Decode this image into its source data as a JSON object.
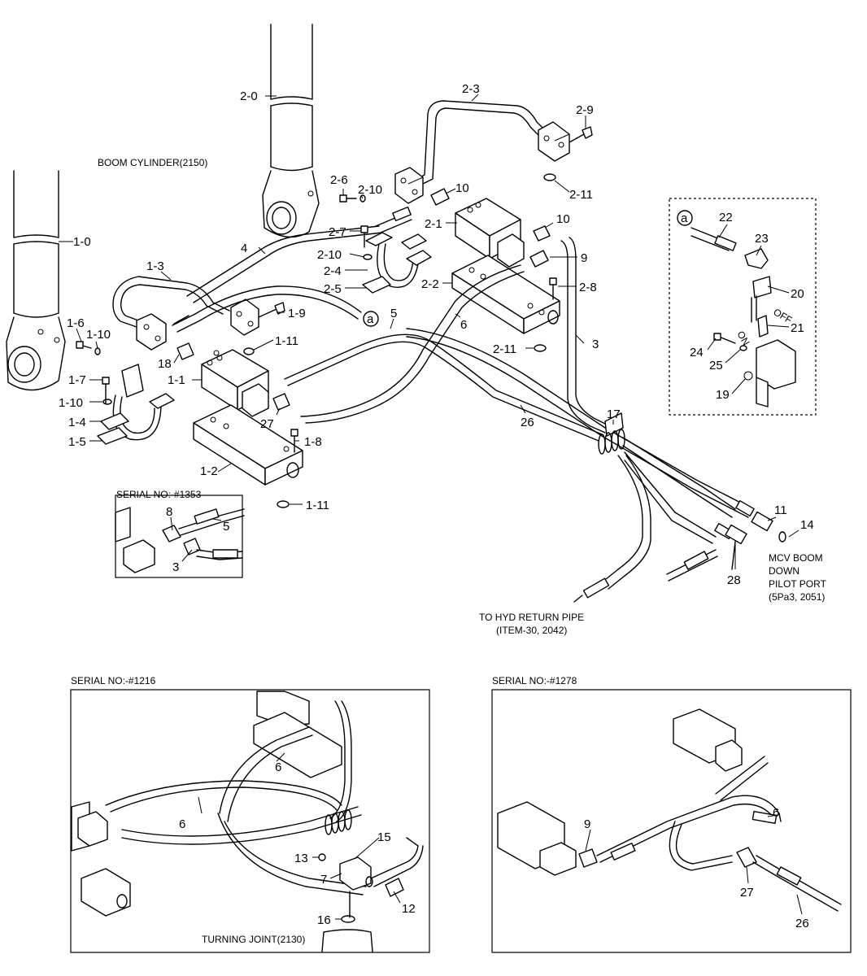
{
  "labels": {
    "boom_cylinder": "BOOM CYLINDER(2150)",
    "to_return_1": "TO HYD RETURN PIPE",
    "to_return_2": "(ITEM-30, 2042)",
    "mcv_1": "MCV BOOM",
    "mcv_2": "DOWN",
    "mcv_3": "PILOT PORT",
    "mcv_4": "(5Pa3, 2051)",
    "serial_1353": "SERIAL NO:-#1353",
    "serial_1216": "SERIAL NO:-#1216",
    "serial_1278": "SERIAL NO:-#1278",
    "turning_joint": "TURNING JOINT(2130)",
    "detail_a": "a",
    "off": "OFF",
    "on": "ON"
  },
  "parts": {
    "p2_0": "2-0",
    "p1_0": "1-0",
    "p2_3": "2-3",
    "p2_9": "2-9",
    "p2_6": "2-6",
    "p2_10a": "2-10",
    "p10a": "10",
    "p2_11a": "2-11",
    "p2_1": "2-1",
    "p10b": "10",
    "p2_7": "2-7",
    "p4": "4",
    "p2_10b": "2-10",
    "p9": "9",
    "p2_4": "2-4",
    "p2_5": "2-5",
    "p2_2": "2-2",
    "p2_8": "2-8",
    "p1_3": "1-3",
    "p1_9": "1-9",
    "p5": "5",
    "p6": "6",
    "p1_6": "1-6",
    "p1_10a": "1-10",
    "p1_11a": "1-11",
    "p2_11b": "2-11",
    "p3": "3",
    "p18": "18",
    "p1_1": "1-1",
    "p1_7": "1-7",
    "p1_10b": "1-10",
    "p27": "27",
    "p26": "26",
    "p17": "17",
    "p1_4": "1-4",
    "p1_5": "1-5",
    "p1_8": "1-8",
    "p1_2": "1-2",
    "p1_11b": "1-11",
    "p11": "11",
    "p14": "14",
    "p28": "28",
    "p22": "22",
    "p23": "23",
    "p20": "20",
    "p21": "21",
    "p24": "24",
    "p25": "25",
    "p19": "19",
    "s_8": "8",
    "s_5": "5",
    "s_3": "3",
    "t_6a": "6",
    "t_6b": "6",
    "t_15": "15",
    "t_13": "13",
    "t_7": "7",
    "t_12": "12",
    "t_16": "16",
    "r_9": "9",
    "r_6": "6",
    "r_27": "27",
    "r_26": "26"
  }
}
